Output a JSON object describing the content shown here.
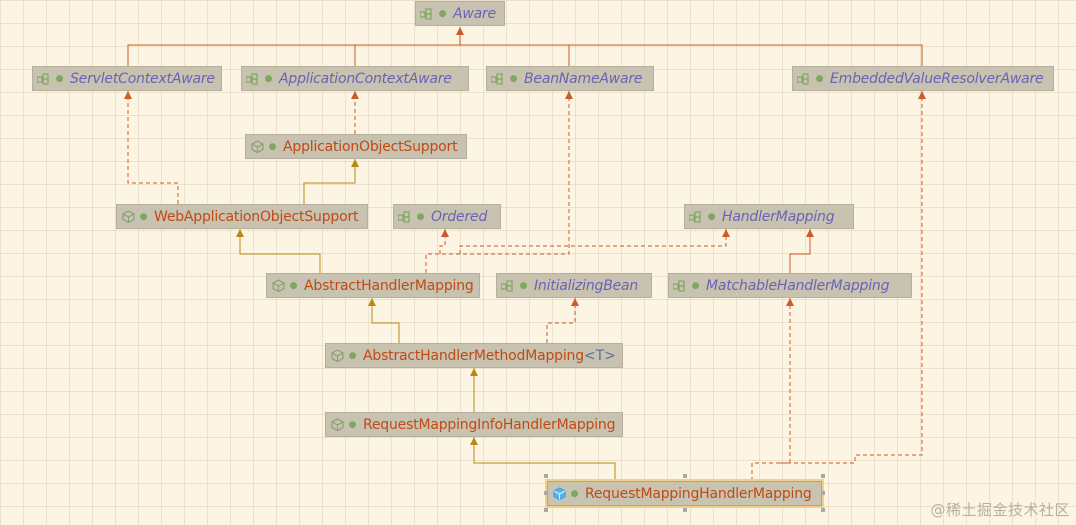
{
  "diagram": {
    "nodes": [
      {
        "id": "aware",
        "label": "Aware",
        "kind": "interface"
      },
      {
        "id": "servlet-context-aware",
        "label": "ServletContextAware",
        "kind": "interface"
      },
      {
        "id": "application-context-aware",
        "label": "ApplicationContextAware",
        "kind": "interface"
      },
      {
        "id": "bean-name-aware",
        "label": "BeanNameAware",
        "kind": "interface"
      },
      {
        "id": "embedded-value-resolver-aware",
        "label": "EmbeddedValueResolverAware",
        "kind": "interface"
      },
      {
        "id": "application-object-support",
        "label": "ApplicationObjectSupport",
        "kind": "class"
      },
      {
        "id": "web-application-object-support",
        "label": "WebApplicationObjectSupport",
        "kind": "class"
      },
      {
        "id": "ordered",
        "label": "Ordered",
        "kind": "interface"
      },
      {
        "id": "handler-mapping",
        "label": "HandlerMapping",
        "kind": "interface"
      },
      {
        "id": "abstract-handler-mapping",
        "label": "AbstractHandlerMapping",
        "kind": "class"
      },
      {
        "id": "initializing-bean",
        "label": "InitializingBean",
        "kind": "interface"
      },
      {
        "id": "matchable-handler-mapping",
        "label": "MatchableHandlerMapping",
        "kind": "interface"
      },
      {
        "id": "abstract-handler-method-mapping",
        "label": "AbstractHandlerMethodMapping",
        "generic": "<T>",
        "kind": "class"
      },
      {
        "id": "request-mapping-info-handler-mapping",
        "label": "RequestMappingInfoHandlerMapping",
        "kind": "class"
      },
      {
        "id": "request-mapping-handler-mapping",
        "label": "RequestMappingHandlerMapping",
        "kind": "class",
        "selected": true
      }
    ],
    "relations": [
      {
        "from": "servlet-context-aware",
        "to": "aware",
        "type": "extends"
      },
      {
        "from": "application-context-aware",
        "to": "aware",
        "type": "extends"
      },
      {
        "from": "bean-name-aware",
        "to": "aware",
        "type": "extends"
      },
      {
        "from": "embedded-value-resolver-aware",
        "to": "aware",
        "type": "extends"
      },
      {
        "from": "application-object-support",
        "to": "application-context-aware",
        "type": "implements"
      },
      {
        "from": "web-application-object-support",
        "to": "application-object-support",
        "type": "extends"
      },
      {
        "from": "web-application-object-support",
        "to": "servlet-context-aware",
        "type": "implements"
      },
      {
        "from": "abstract-handler-mapping",
        "to": "web-application-object-support",
        "type": "extends"
      },
      {
        "from": "abstract-handler-mapping",
        "to": "ordered",
        "type": "implements"
      },
      {
        "from": "abstract-handler-mapping",
        "to": "handler-mapping",
        "type": "implements"
      },
      {
        "from": "abstract-handler-mapping",
        "to": "bean-name-aware",
        "type": "implements"
      },
      {
        "from": "matchable-handler-mapping",
        "to": "handler-mapping",
        "type": "extends"
      },
      {
        "from": "abstract-handler-method-mapping",
        "to": "abstract-handler-mapping",
        "type": "extends"
      },
      {
        "from": "abstract-handler-method-mapping",
        "to": "initializing-bean",
        "type": "implements"
      },
      {
        "from": "request-mapping-info-handler-mapping",
        "to": "abstract-handler-method-mapping",
        "type": "extends"
      },
      {
        "from": "request-mapping-handler-mapping",
        "to": "request-mapping-info-handler-mapping",
        "type": "extends"
      },
      {
        "from": "request-mapping-handler-mapping",
        "to": "matchable-handler-mapping",
        "type": "implements"
      },
      {
        "from": "request-mapping-handler-mapping",
        "to": "embedded-value-resolver-aware",
        "type": "implements"
      }
    ],
    "colors": {
      "background": "#fdf5e4",
      "node_fill": "#c8c2b1",
      "interface_text": "#6b62b8",
      "class_text": "#c14a12",
      "interface_edge": "#cc5a2a",
      "class_edge": "#b88a14",
      "selected_border": "#d8a038"
    }
  },
  "watermark": "@稀土掘金技术社区"
}
